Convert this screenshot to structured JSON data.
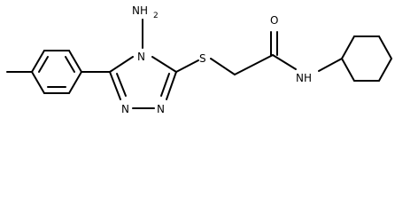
{
  "molecule": {
    "atoms": {
      "amino_n": "NH",
      "amino_h2": "2",
      "ring_n4": "N",
      "ring_n1": "N",
      "ring_n2": "N",
      "sulfur": "S",
      "oxygen": "O",
      "amide_nh": "NH"
    }
  },
  "colors": {
    "bond": "#000000",
    "label": "#000000",
    "background": "#ffffff"
  }
}
